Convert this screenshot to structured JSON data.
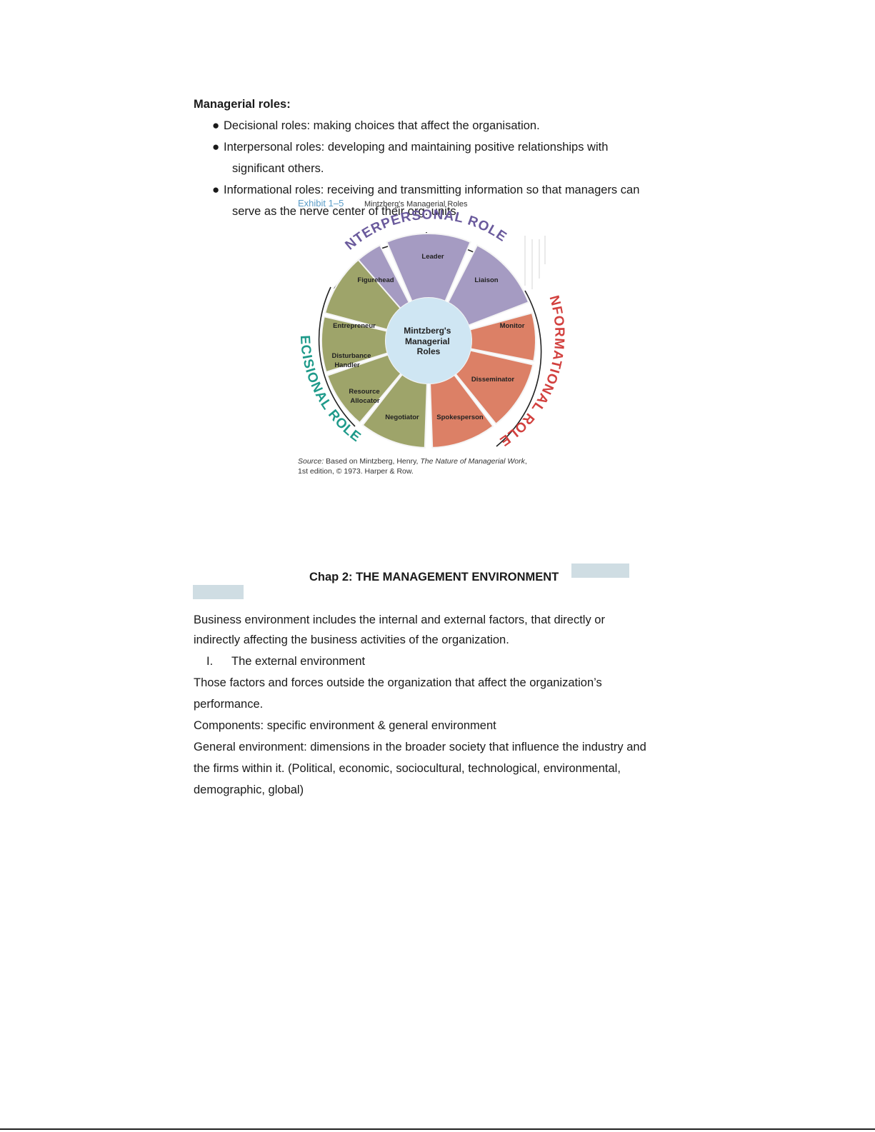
{
  "section1": {
    "heading": "Managerial roles:",
    "bullets": [
      {
        "lines": [
          "Decisional roles: making choices that affect the organisation."
        ]
      },
      {
        "lines": [
          "Interpersonal roles: developing and maintaining positive relationships with",
          "significant others."
        ]
      },
      {
        "lines": [
          "Informational roles: receiving and transmitting information so that managers can",
          "serve as the nerve center of their org. units."
        ]
      }
    ]
  },
  "exhibit": {
    "label": "Exhibit 1–5",
    "title": "Mintzberg's Managerial Roles",
    "center": [
      "Mintzberg's",
      "Managerial",
      "Roles"
    ],
    "groups": {
      "interpersonal": "INTERPERSONAL ROLES",
      "informational": "INFORMATIONAL ROLES",
      "decisional": "DECISIONAL ROLES"
    },
    "roles": {
      "figurehead": "Figurehead",
      "leader": "Leader",
      "liaison": "Liaison",
      "monitor": "Monitor",
      "disseminator": "Disseminator",
      "spokesperson": "Spokesperson",
      "negotiator": "Negotiator",
      "resource_allocator": [
        "Resource",
        "Allocator"
      ],
      "disturbance_handler": [
        "Disturbance",
        "Handler"
      ],
      "entrepreneur": "Entrepreneur"
    },
    "colors": {
      "interpersonal": "#a59bc2",
      "informational": "#dc8066",
      "decisional": "#9ea46a",
      "center": "#cfe6f3",
      "interpersonal_text": "#6a5a9c",
      "informational_text": "#d2403e",
      "decisional_text": "#1e9a8a"
    },
    "source": {
      "prefix": "Source:",
      "text1": " Based on Mintzberg, Henry, ",
      "book": "The Nature of Managerial Work",
      "text2": ",",
      "line2": "1st edition, © 1973. Harper & Row."
    }
  },
  "chapter2": {
    "title": "Chap 2: THE MANAGEMENT ENVIRONMENT",
    "paragraphs": [
      "Business environment includes the internal and external factors, that directly or",
      "indirectly affecting the business activities of the organization."
    ],
    "list_marker": "I.",
    "list_item": "The external environment",
    "body": [
      "Those factors and forces outside the organization that affect the organization’s",
      "performance.",
      "Components: specific environment & general environment",
      "General environment: dimensions in the broader society that influence the industry and",
      "the firms within it. (Political, economic, sociocultural, technological, environmental,",
      "demographic, global)"
    ]
  }
}
